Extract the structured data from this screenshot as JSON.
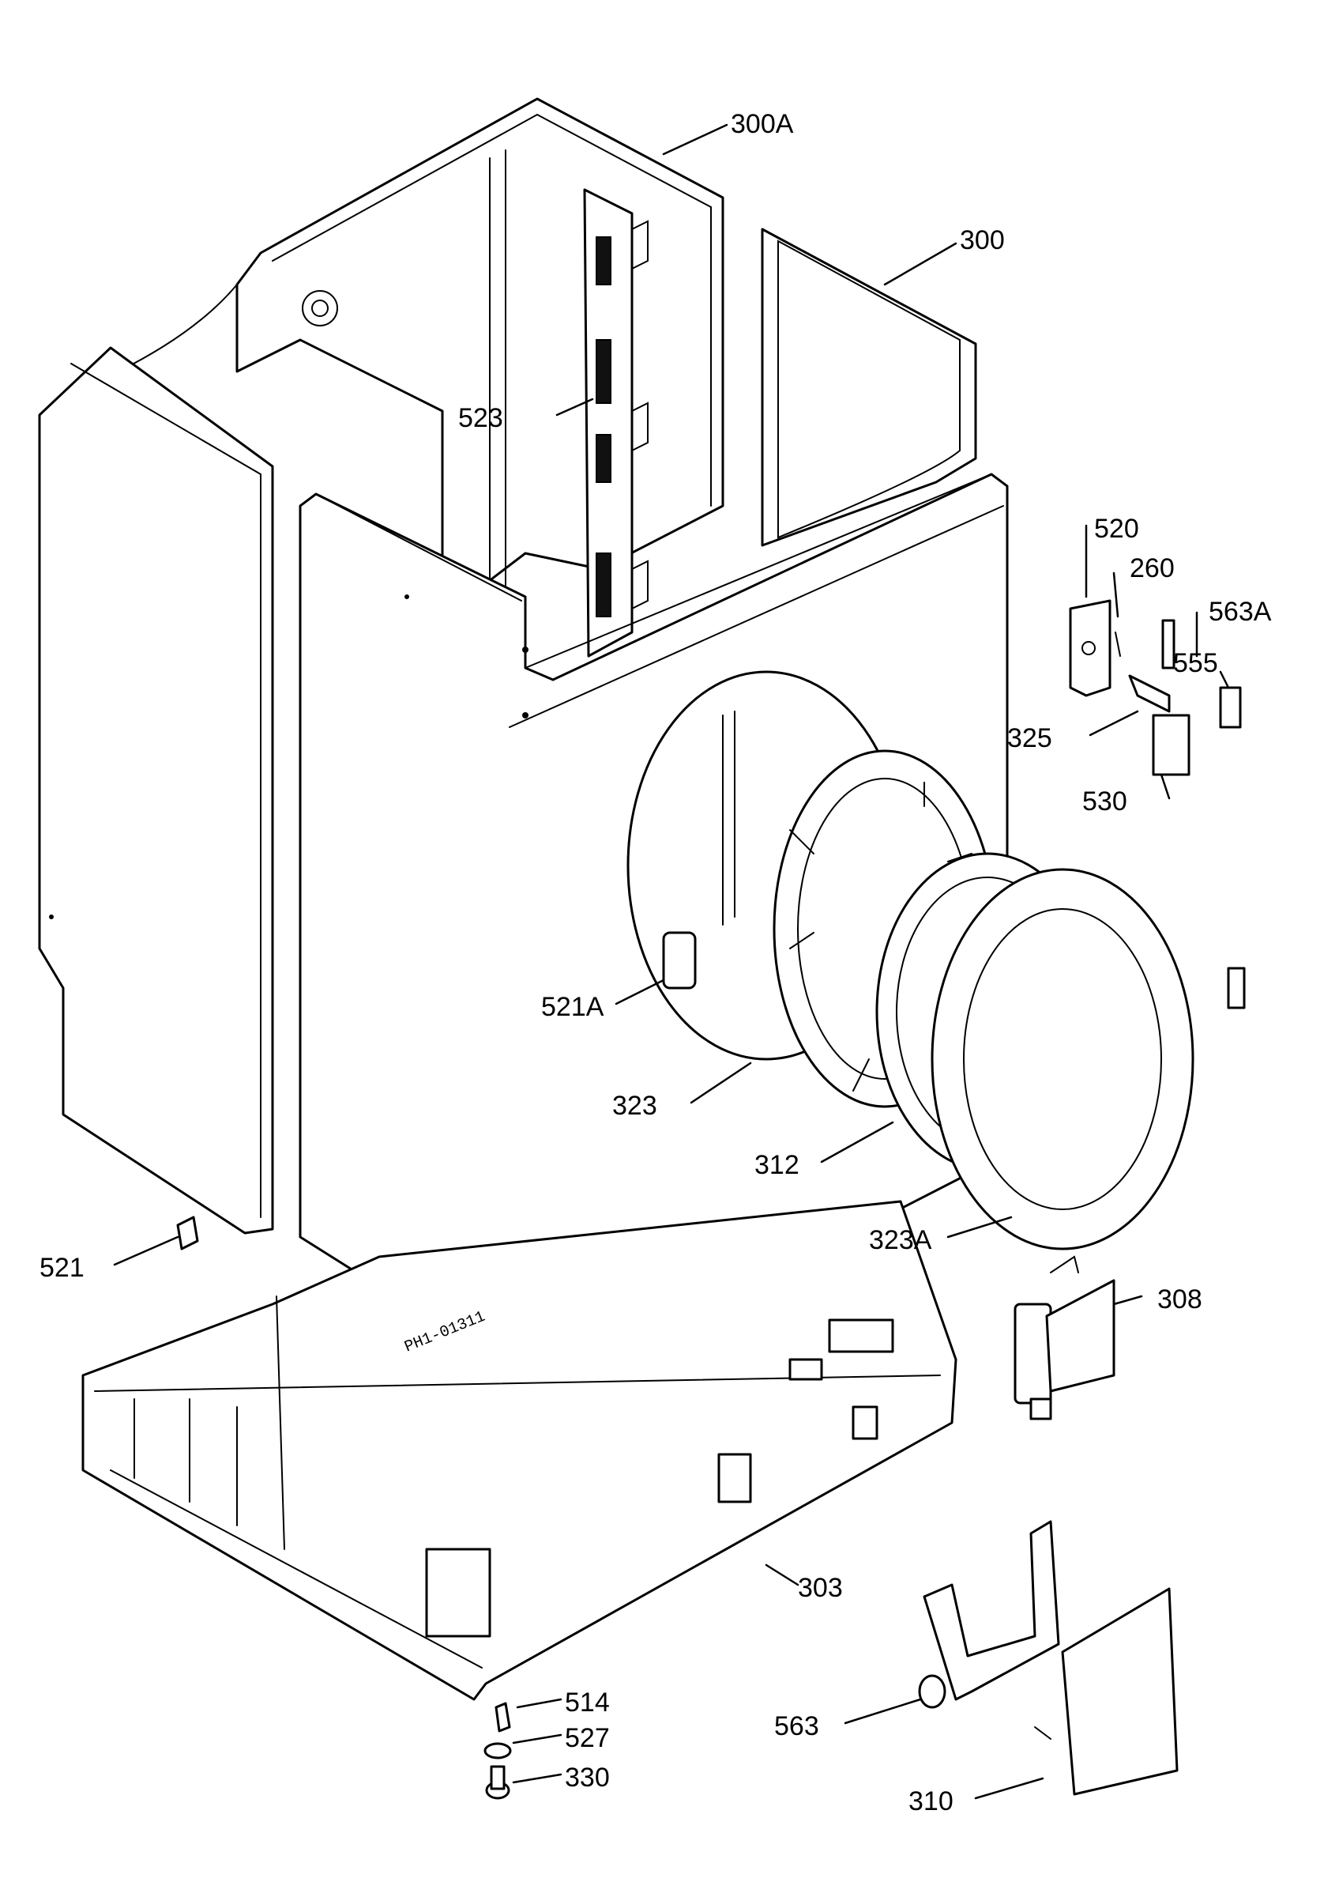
{
  "callouts": {
    "c300A": "300A",
    "c300": "300",
    "c523": "523",
    "c520": "520",
    "c260": "260",
    "c563A": "563A",
    "c555": "555",
    "c325": "325",
    "c530": "530",
    "c521A": "521A",
    "c323": "323",
    "c312": "312",
    "c323A": "323A",
    "c521": "521",
    "c308": "308",
    "c303": "303",
    "c514": "514",
    "c527": "527",
    "c330": "330",
    "c563": "563",
    "c310": "310"
  },
  "drawing_code": "PH1-01311"
}
